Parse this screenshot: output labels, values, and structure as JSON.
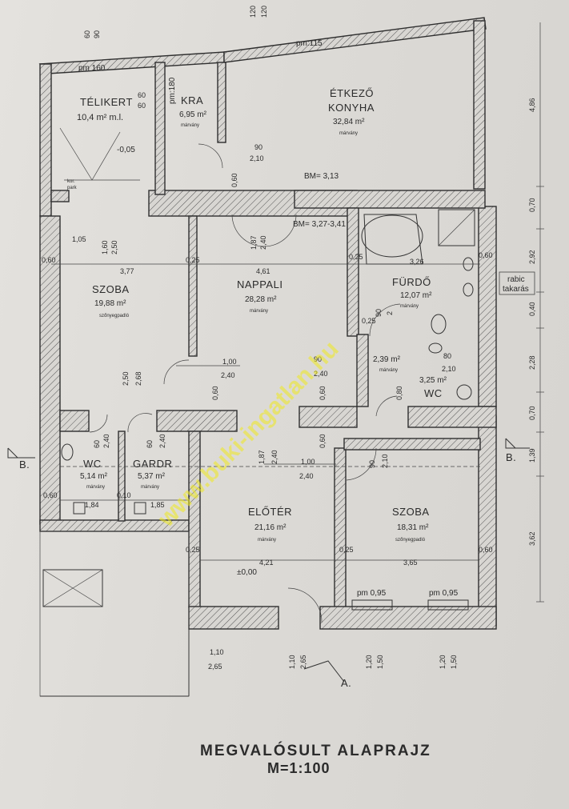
{
  "title": "MEGVALÓSULT ALAPRAJZ",
  "scale": "M=1:100",
  "watermark": "www.buki-ingatlan.hu",
  "rooms": {
    "telikert": {
      "name": "TÉLIKERT",
      "area": "10,4 m² m.l."
    },
    "kra": {
      "name": "KRA",
      "area": "6,95 m²",
      "material": "márvány"
    },
    "etkezo": {
      "name": "ÉTKEZŐ",
      "name2": "KONYHA",
      "area": "32,84 m²",
      "material": "márvány"
    },
    "szoba1": {
      "name": "SZOBA",
      "area": "19,88 m²",
      "material": "szőnyegpadló"
    },
    "nappali": {
      "name": "NAPPALI",
      "area": "28,28 m²",
      "material": "márvány"
    },
    "furdo": {
      "name": "FÜRDŐ",
      "area": "12,07 m²",
      "material": "márvány"
    },
    "closet": {
      "area": "2,39 m²",
      "material": "márvány"
    },
    "wc2": {
      "name": "WC",
      "area": "3,25 m²"
    },
    "wc1": {
      "name": "WC",
      "area": "5,14 m²",
      "material": "márvány"
    },
    "gardr": {
      "name": "GARDR",
      "area": "5,37 m²",
      "material": "márvány"
    },
    "eloter": {
      "name": "ELŐTÉR",
      "area": "21,16 m²",
      "material": "márvány"
    },
    "szoba2": {
      "name": "SZOBA",
      "area": "18,31 m²",
      "material": "szőnyegpadló"
    }
  },
  "labels": {
    "pm115": "pm:115",
    "pm160": "pm 160",
    "pm180": "pm:180",
    "bm1": "BM= 3,13",
    "bm2": "BM= 3,27-3,41",
    "level1": "-0,05",
    "level2": "±0,00",
    "rabic1": "rabic",
    "rabic2": "takarás",
    "kor1": "kor.",
    "kor2": "park",
    "pm095a": "pm 0,95",
    "pm095b": "pm 0,95",
    "sectionB_left": "B.",
    "sectionB_right": "B.",
    "sectionA": "A."
  },
  "dimensions": {
    "d_60_90_a": "60",
    "d_60_90_b": "90",
    "d_120_a": "120",
    "d_120_b": "120",
    "d_60_60_a": "60",
    "d_60_60_b": "60",
    "d_90": "90",
    "d_210": "2,10",
    "d_060_kra": "0,60",
    "d_105": "1,05",
    "d_160": "1,60",
    "d_250": "2,50",
    "d_187": "1,87",
    "d_240": "2,40",
    "d_060_l": "0,60",
    "d_377": "3,77",
    "d_025_a": "0,25",
    "d_461": "4,61",
    "d_025_b": "0,25",
    "d_326": "3,26",
    "d_060_r": "0,60",
    "d_025_c": "0,25",
    "d_90f": "90",
    "d_2f": "2",
    "d_100a": "1,00",
    "d_240a": "2,40",
    "d_250b": "2,50",
    "d_268": "2,68",
    "d_060_m": "0,60",
    "d_90g": "90",
    "d_240g": "2,40",
    "d_060_n": "0,60",
    "d_080": "0,80",
    "d_80": "80",
    "d_210b": "2,10",
    "d_060_o": "0,60",
    "d_60wc": "60",
    "d_240wc": "2,40",
    "d_60g": "60",
    "d_240gr": "2,40",
    "d_187b": "1,87",
    "d_240b": "2,40",
    "d_100b": "1,00",
    "d_240c": "2,40",
    "d_90h": "90",
    "d_210c": "2,10",
    "d_060_p": "0,60",
    "d_184": "1,84",
    "d_010": "0,10",
    "d_185": "1,85",
    "d_025_d": "0,25",
    "d_421": "4,21",
    "d_025_e": "0,25",
    "d_365": "3,65",
    "d_060_q": "0,60",
    "d_110a": "1,10",
    "d_265a": "2,65",
    "d_110b": "1,10",
    "d_265b": "2,65",
    "d_120c": "1,20",
    "d_150a": "1,50",
    "d_120d": "1,20",
    "d_150b": "1,50",
    "r_486": "4,86",
    "r_070a": "0,70",
    "r_292": "2,92",
    "r_040": "0,40",
    "r_228": "2,28",
    "r_070b": "0,70",
    "r_139": "1,39",
    "r_362": "3,62"
  },
  "colors": {
    "wall_line": "#2f2f2f",
    "paper": "#dedcd8",
    "watermark": "#f0ea1e"
  }
}
